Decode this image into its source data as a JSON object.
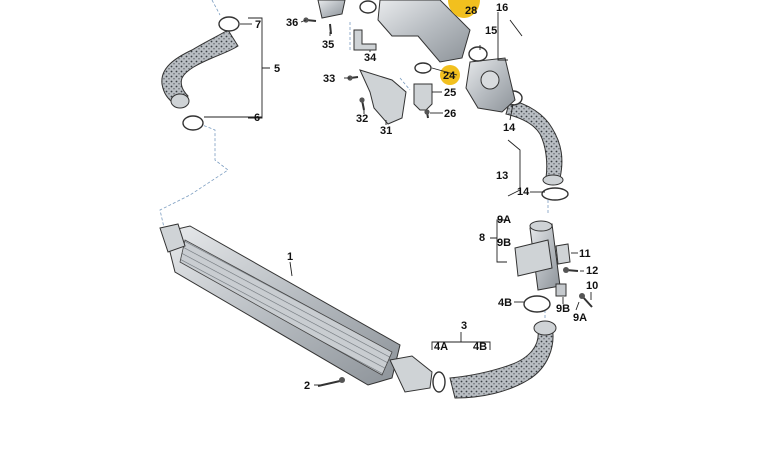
{
  "diagram": {
    "labels": {
      "p1": "1",
      "p2": "2",
      "p3": "3",
      "p4a": "4A",
      "p4b": "4B",
      "p4b2": "4B",
      "p5": "5",
      "p6": "6",
      "p7": "7",
      "p8": "8",
      "p9a": "9A",
      "p9a2": "9A",
      "p9b": "9B",
      "p9b2": "9B",
      "p10": "10",
      "p11": "11",
      "p12": "12",
      "p13": "13",
      "p14a": "14",
      "p14b": "14",
      "p15": "15",
      "p16": "16",
      "p24": "24",
      "p25": "25",
      "p26": "26",
      "p28": "28",
      "p31": "31",
      "p32": "32",
      "p33": "33",
      "p34": "34",
      "p35": "35",
      "p36": "36"
    },
    "highlight_color": "#f2c01e",
    "highlighted": [
      "24",
      "28"
    ]
  }
}
